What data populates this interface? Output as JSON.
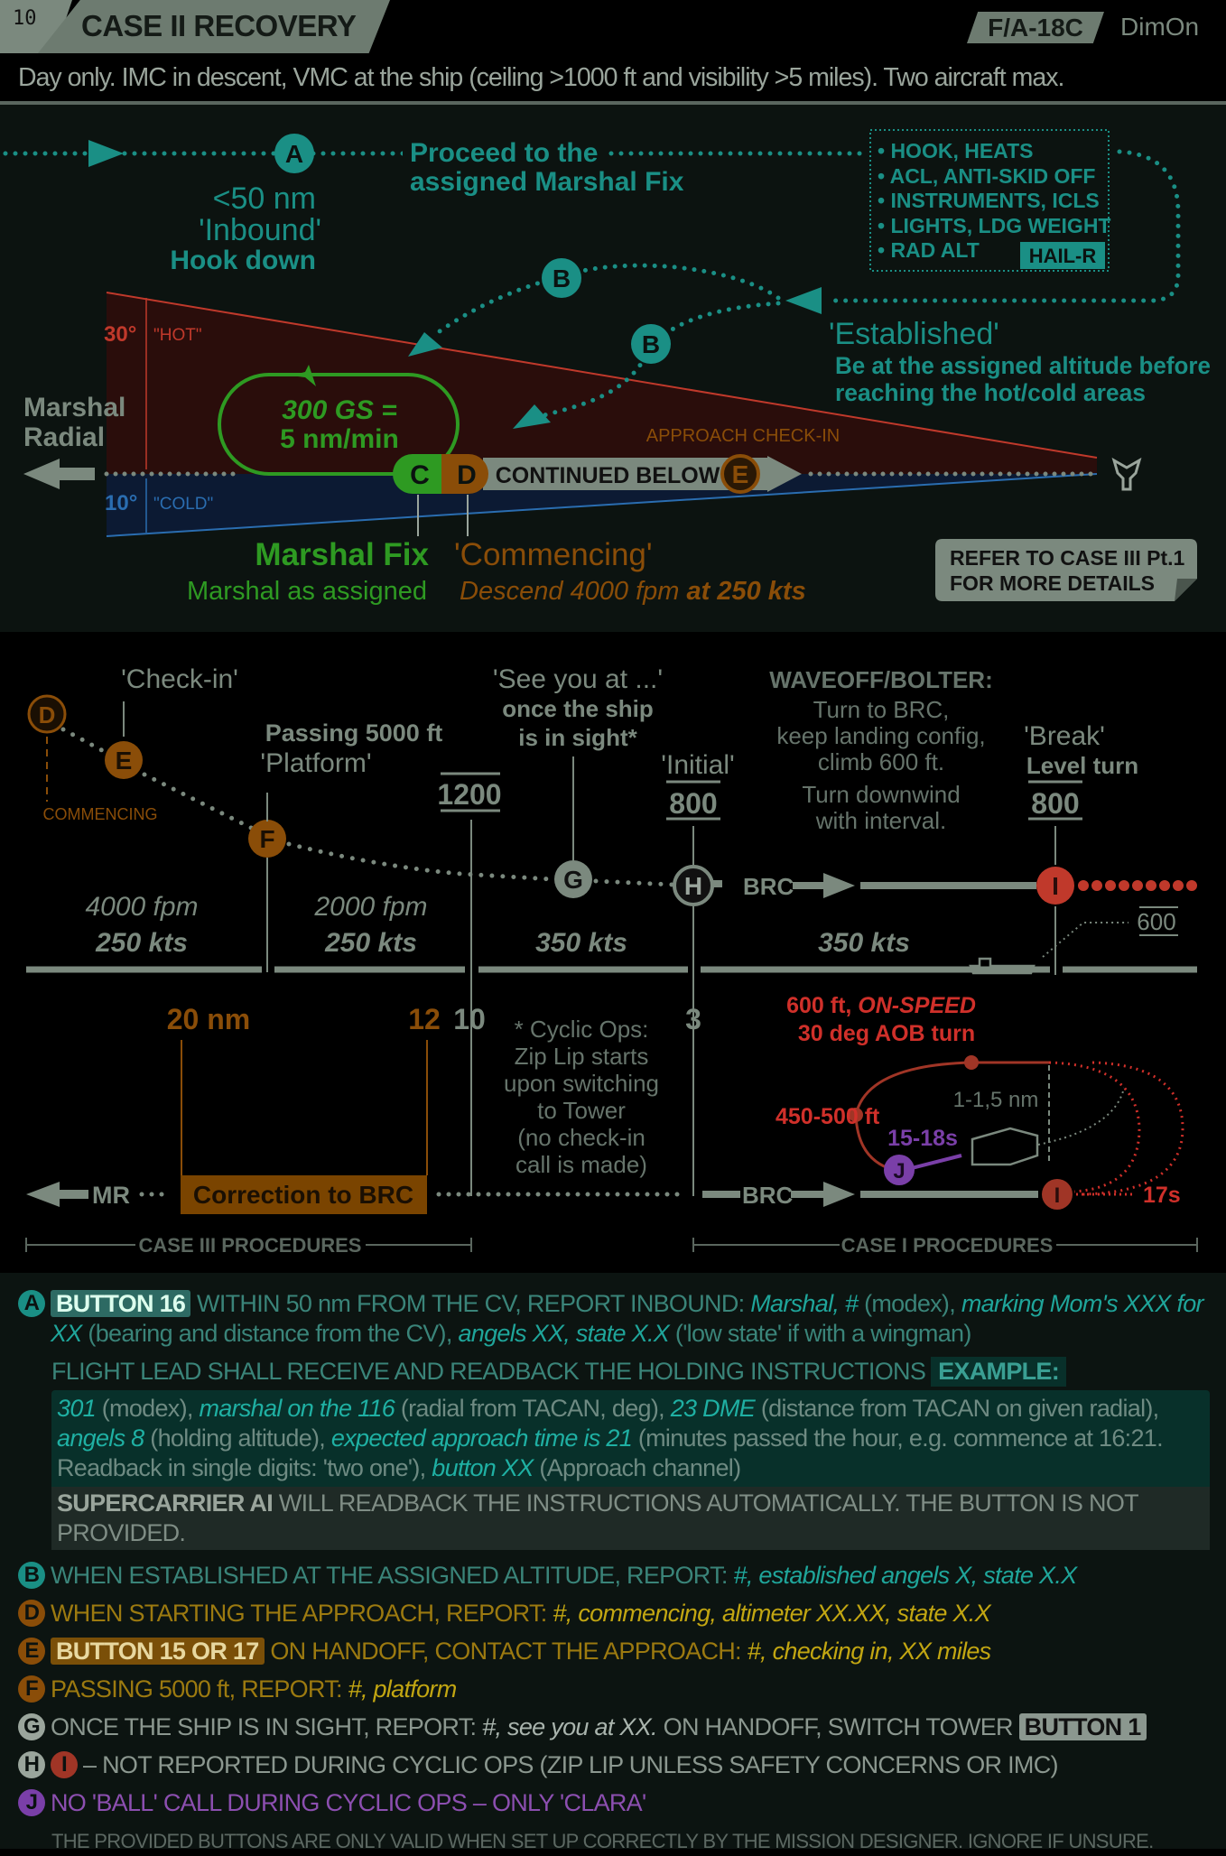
{
  "header": {
    "page_number": "10",
    "title": "CASE II RECOVERY",
    "aircraft": "F/A-18C",
    "author": "DimOn",
    "subtitle": "Day only. IMC in descent, VMC at the ship (ceiling >1000 ft and visibility >5 miles). Two aircraft max."
  },
  "markers": {
    "A": "A",
    "B": "B",
    "C": "C",
    "D": "D",
    "E": "E",
    "F": "F",
    "G": "G",
    "H": "H",
    "I": "I",
    "J": "J"
  },
  "top": {
    "proceed_1": "Proceed to the",
    "proceed_2": "assigned Marshal Fix",
    "range": "<50 nm",
    "inbound": "'Inbound'",
    "hook": "Hook down",
    "checklist": [
      "• HOOK, HEATS",
      "• ACL, ANTI-SKID OFF",
      "• INSTRUMENTS, ICLS",
      "• LIGHTS, LDG WEIGHT",
      "• RAD ALT"
    ],
    "hail": "HAIL-R",
    "established": "'Established'",
    "est_1": "Be at the assigned altitude before",
    "est_2": "reaching the hot/cold areas",
    "hot_deg": "30°",
    "hot": "\"HOT\"",
    "cold_deg": "10°",
    "cold": "\"COLD\"",
    "marshal_1": "Marshal",
    "marshal_2": "Radial",
    "gs_1": "300 GS =",
    "gs_2": "5 nm/min",
    "continued": "CONTINUED BELOW",
    "checkin": "APPROACH CHECK-IN",
    "fix": "Marshal Fix",
    "fix_sub": "Marshal as assigned",
    "commencing": "'Commencing'",
    "descend": "Descend 4000 fpm",
    "descend_b": "at 250 kts",
    "refer_1": "REFER TO CASE III Pt.1",
    "refer_2": "FOR MORE DETAILS"
  },
  "mid": {
    "checkin": "'Check-in'",
    "commencing": "COMMENCING",
    "passing": "Passing 5000 ft",
    "platform": "'Platform'",
    "alt_1200": "1200",
    "see_1": "'See you at ...'",
    "see_2": "once the ship",
    "see_3": "is in sight*",
    "initial": "'Initial'",
    "alt_800a": "800",
    "waveoff": [
      "WAVEOFF/BOLTER:",
      "Turn to BRC,",
      "keep landing config,",
      "climb 600 ft.",
      "Turn downwind",
      "with interval."
    ],
    "break": "'Break'",
    "level": "Level turn",
    "alt_800b": "800",
    "brc": "BRC",
    "alt_600": "600",
    "s1_fpm": "4000 fpm",
    "s1_kts": "250 kts",
    "s2_fpm": "2000 fpm",
    "s2_kts": "250 kts",
    "s3_kts": "350 kts",
    "s4_kts": "350 kts",
    "d20": "20 nm",
    "d12": "12",
    "d10": "10",
    "d3": "3",
    "cyclic": [
      "* Cyclic Ops:",
      "Zip Lip starts",
      "upon switching",
      "to Tower",
      "(no check-in",
      "call is made)"
    ],
    "mr": "MR",
    "correction": "Correction to BRC",
    "brc2": "BRC",
    "onspeed_a": "600 ft, ",
    "onspeed_b": "ON-SPEED",
    "aob": "30 deg AOB turn",
    "alt_450": "450-500 ft",
    "dist": "1-1,5 nm",
    "t1518": "15-18s",
    "t17": "17s",
    "case3": "CASE III PROCEDURES",
    "case1": "CASE I PROCEDURES"
  },
  "notes": {
    "A": [
      [
        "b",
        "BUTTON 16"
      ],
      [
        "n",
        " WITHIN 50 nm FROM THE CV, REPORT INBOUND: "
      ],
      [
        "i",
        "Marshal, #"
      ],
      [
        "n",
        " (modex), "
      ],
      [
        "i",
        "marking Mom's XXX for XX"
      ],
      [
        "n",
        " (bearing and distance from the CV), "
      ],
      [
        "i",
        "angels XX, state X.X"
      ],
      [
        "n",
        " ('low state' if with a wingman)"
      ]
    ],
    "flight_lead": "FLIGHT LEAD SHALL RECEIVE AND READBACK THE HOLDING INSTRUCTIONS",
    "example_label": "EXAMPLE:",
    "example": [
      [
        "i",
        "301"
      ],
      [
        "n",
        " (modex), "
      ],
      [
        "i",
        "marshal on the 116"
      ],
      [
        "n",
        " (radial from TACAN, deg), "
      ],
      [
        "i",
        "23 DME"
      ],
      [
        "n",
        " (distance from TACAN on given radial), "
      ],
      [
        "i",
        "angels 8"
      ],
      [
        "n",
        " (holding altitude), "
      ],
      [
        "i",
        "expected approach time is 21"
      ],
      [
        "n",
        " (minutes passed the hour, e.g. commence at 16:21. Readback in single digits: 'two one'), "
      ],
      [
        "i",
        "button XX"
      ],
      [
        "n",
        " (Approach channel)"
      ]
    ],
    "supercarrier": [
      [
        "bb",
        "SUPERCARRIER AI"
      ],
      [
        "n",
        " WILL READBACK THE INSTRUCTIONS AUTOMATICALLY. THE BUTTON IS NOT PROVIDED."
      ]
    ],
    "B": [
      [
        "n",
        "WHEN ESTABLISHED AT THE ASSIGNED ALTITUDE, REPORT: "
      ],
      [
        "i",
        "#, established angels X, state X.X"
      ]
    ],
    "D": [
      [
        "n",
        "WHEN STARTING THE APPROACH, REPORT: "
      ],
      [
        "i",
        "#, commencing, altimeter XX.XX, state X.X"
      ]
    ],
    "E": [
      [
        "b",
        "BUTTON 15 OR 17"
      ],
      [
        "n",
        " ON HANDOFF, CONTACT THE APPROACH: "
      ],
      [
        "i",
        "#, checking in, XX miles"
      ]
    ],
    "F": [
      [
        "n",
        "PASSING 5000 ft, REPORT: "
      ],
      [
        "i",
        "#, platform"
      ]
    ],
    "G": [
      [
        "n",
        "ONCE THE SHIP IS IN SIGHT, REPORT: "
      ],
      [
        "i",
        "#, see you at XX."
      ],
      [
        "n",
        " ON HANDOFF, SWITCH TOWER "
      ],
      [
        "b",
        "BUTTON 1"
      ]
    ],
    "HI": [
      [
        "n",
        " – NOT REPORTED DURING CYCLIC OPS (ZIP LIP UNLESS SAFETY CONCERNS OR IMC)"
      ]
    ],
    "J": [
      [
        "n",
        "NO 'BALL' CALL DURING CYCLIC OPS – ONLY 'CLARA'"
      ]
    ],
    "footer": "THE PROVIDED BUTTONS ARE ONLY VALID WHEN SET UP CORRECTLY BY THE MISSION DESIGNER. IGNORE IF UNSURE."
  },
  "colors": {
    "teal": "#1a8f85",
    "green": "#2e9a22",
    "orange": "#8a4d08",
    "red": "#c0392b",
    "blue": "#2a6db0",
    "gray": "#7b897e",
    "purple": "#7a3fa8"
  }
}
